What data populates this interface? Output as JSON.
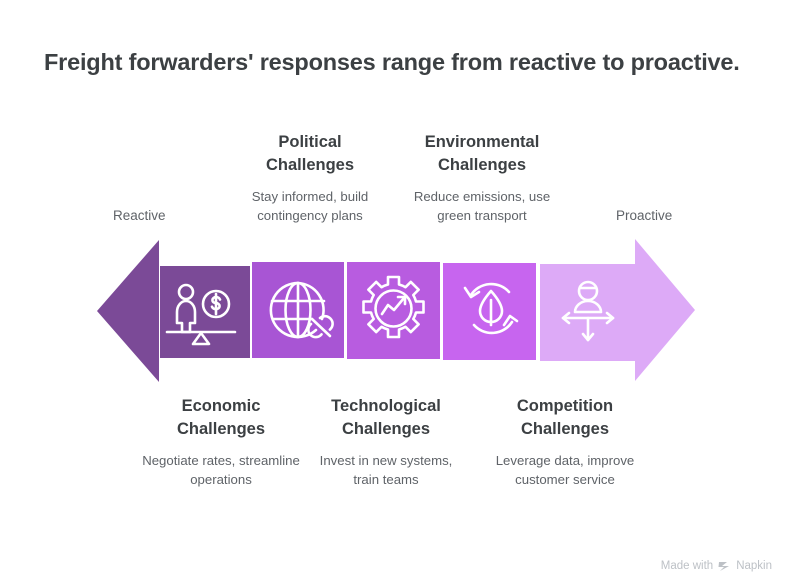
{
  "title": "Freight forwarders' responses range from reactive to proactive.",
  "axis": {
    "left_label": "Reactive",
    "right_label": "Proactive"
  },
  "colors": {
    "tile_1": "#7b4a97",
    "tile_2": "#a855d4",
    "tile_3": "#b85ce0",
    "tile_4": "#c765ef",
    "tile_5": "#ddaaf7",
    "arrow_left": "#7b4a97",
    "arrow_right": "#ddaaf7",
    "title_text": "#3c4043",
    "body_text": "#5f6368",
    "background": "#ffffff",
    "icon": "#ffffff"
  },
  "steps": [
    {
      "title": "Economic\nChallenges",
      "title_line1": "Economic",
      "title_line2": "Challenges",
      "desc": "Negotiate rates, streamline operations",
      "icon": "balance-scale-person-money-icon",
      "position": "bottom",
      "color": "#7b4a97"
    },
    {
      "title_line1": "Political",
      "title_line2": "Challenges",
      "desc": "Stay informed, build contingency plans",
      "icon": "globe-broken-link-icon",
      "position": "top",
      "color": "#a855d4"
    },
    {
      "title_line1": "Technological",
      "title_line2": "Challenges",
      "desc": "Invest in new systems, train teams",
      "icon": "gear-trend-chart-icon",
      "position": "bottom",
      "color": "#b85ce0"
    },
    {
      "title_line1": "Environmental",
      "title_line2": "Challenges",
      "desc": "Reduce emissions, use green transport",
      "icon": "recycle-leaf-icon",
      "position": "top",
      "color": "#c765ef"
    },
    {
      "title_line1": "Competition",
      "title_line2": "Challenges",
      "desc": "Leverage data, improve customer service",
      "icon": "person-expand-arrows-icon",
      "position": "bottom",
      "color": "#ddaaf7"
    }
  ],
  "watermark": {
    "prefix": "Made with",
    "brand": "Napkin",
    "logo": "napkin-chevron-logo"
  }
}
